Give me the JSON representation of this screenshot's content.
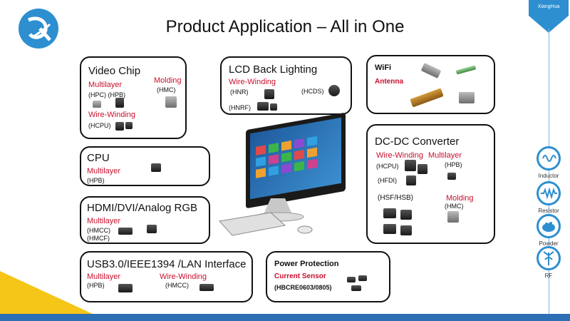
{
  "page": {
    "title": "Product Application – All in One"
  },
  "brand": {
    "nav_label": "XiangHua",
    "accent": "#2d8fd0",
    "bar": "#2d6fb5",
    "highlight": "#c8102e"
  },
  "nav": [
    {
      "label": "Inductor",
      "icon": "inductor-icon"
    },
    {
      "label": "Resistor",
      "icon": "resistor-icon"
    },
    {
      "label": "Powder",
      "icon": "powder-icon"
    },
    {
      "label": "RF",
      "icon": "rf-icon"
    }
  ],
  "video_chip": {
    "title": "Video Chip",
    "multilayer": "Multilayer",
    "ml_codes": "(HPC) (HPB)",
    "molding": "Molding",
    "molding_code": "(HMC)",
    "wire": "Wire-Winding",
    "wire_code": "(HCPU)"
  },
  "lcd": {
    "title": "LCD Back Lighting",
    "wire": "Wire-Winding",
    "c1": "(HNR)",
    "c2": "(HCDS)",
    "c3": "(HNRF)"
  },
  "wifi": {
    "title": "WiFi",
    "sub": "Antenna"
  },
  "cpu": {
    "title": "CPU",
    "multilayer": "Multilayer",
    "code": "(HPB)"
  },
  "hdmi": {
    "title": "HDMI/DVI/Analog RGB",
    "multilayer": "Multilayer",
    "c1": "(HMCC)",
    "c2": "(HMCF)"
  },
  "usb": {
    "title": "USB3.0/IEEE1394 /LAN Interface",
    "multilayer": "Multilayer",
    "ml_code": "(HPB)",
    "wire": "Wire-Winding",
    "wire_code": "(HMCC)"
  },
  "power": {
    "title": "Power Protection",
    "sub": "Current Sensor",
    "code": "(HBCRE0603/0805)"
  },
  "dcdc": {
    "title": "DC-DC Converter",
    "wire": "Wire-Winding",
    "multilayer": "Multilayer",
    "c_hcpu": "(HCPU)",
    "c_hpb": "(HPB)",
    "c_hfdi": "(HFDI)",
    "c_hsf": "(HSF/HSB)",
    "molding": "Molding",
    "c_hmc": "(HMC)"
  }
}
